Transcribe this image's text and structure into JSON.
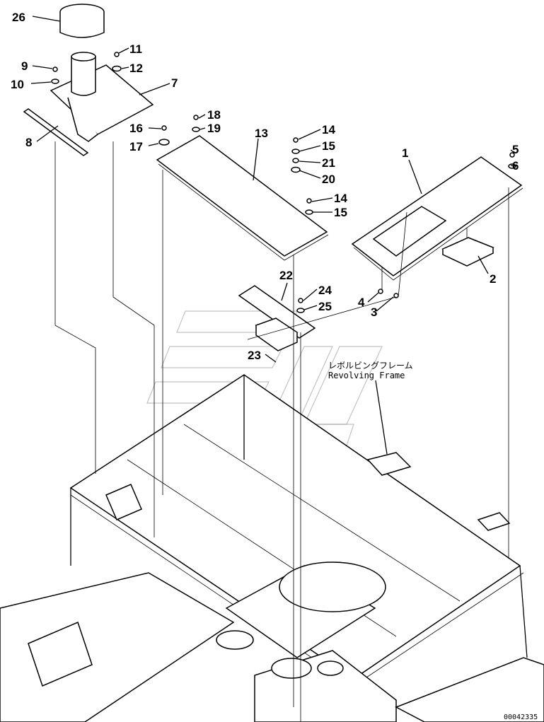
{
  "diagram": {
    "callouts": [
      "1",
      "2",
      "3",
      "4",
      "5",
      "6",
      "7",
      "8",
      "9",
      "10",
      "11",
      "12",
      "13",
      "14",
      "15",
      "16",
      "17",
      "18",
      "19",
      "20",
      "21",
      "22",
      "23",
      "24",
      "25",
      "26"
    ],
    "frame_label_jp": "レボルビングフレーム",
    "frame_label_en": "Revolving Frame",
    "drawing_code": "00042335"
  }
}
